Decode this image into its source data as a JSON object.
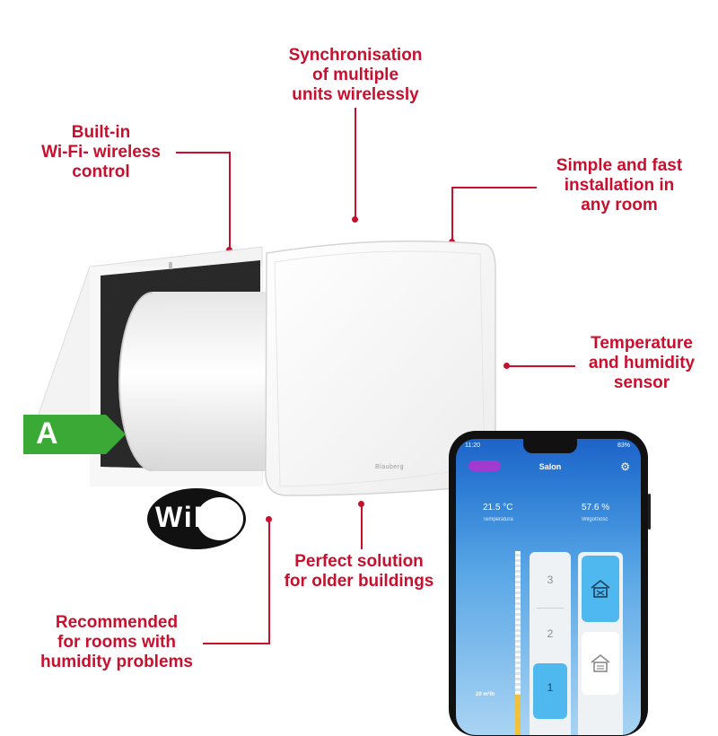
{
  "callouts": {
    "sync": "Synchronisation\nof multiple\nunits wirelessly",
    "wifi_control": "Built-in\nWi-Fi- wireless\ncontrol",
    "install": "Simple and fast\ninstallation in\nany room",
    "sensor": "Temperature\nand humidity\nsensor",
    "older_buildings": "Perfect solution\nfor older buildings",
    "humidity": "Recommended\nfor rooms with\nhumidity problems"
  },
  "energy_class": "A",
  "wifi_logo": "WiFi",
  "product_brand": "Blauberg",
  "phone": {
    "status_time": "11:20",
    "status_battery": "83%",
    "room_name": "Salon",
    "temperature_value": "21.5 °C",
    "temperature_label": "Temperatura",
    "humidity_value": "57.6 %",
    "humidity_label": "Wilgotność",
    "speed_levels": [
      "3",
      "2",
      "1"
    ],
    "selected_speed": "1",
    "airflow_label": "20 m³/h"
  },
  "colors": {
    "accent_red": "#c8102e",
    "energy_green": "#3aa935",
    "app_blue": "#2f7fd6",
    "selected_blue": "#4fb8ef"
  }
}
